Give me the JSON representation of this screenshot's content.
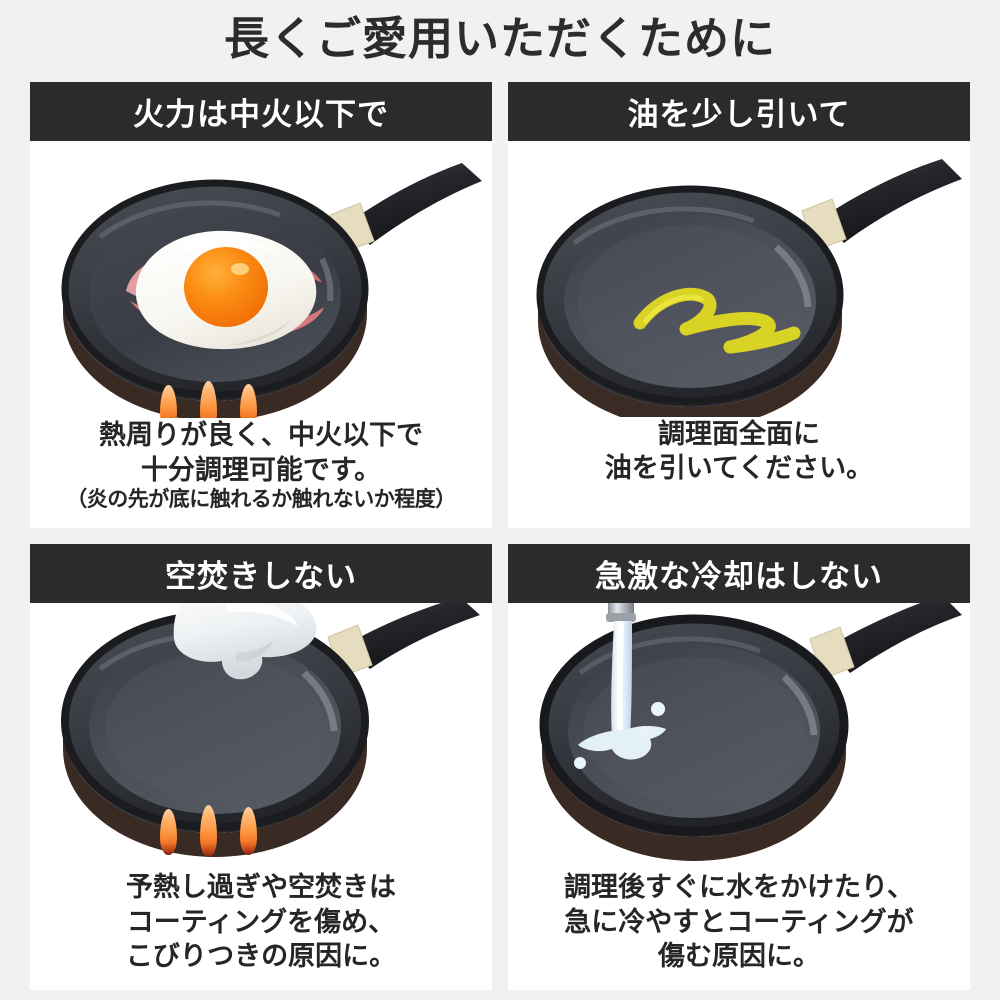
{
  "title": "長くご愛用いただくために",
  "colors": {
    "background": "#f2f1ef",
    "panel_background": "#ffffff",
    "header_bar": "#2b2b2b",
    "header_text": "#ffffff",
    "title_text": "#2c2c2c",
    "caption_text": "#262626",
    "pan_body": "#3a3c42",
    "pan_rim": "#1a1b1f",
    "pan_handle": "#27282c",
    "ferrule": "#e8dec0",
    "flame": "#ff9a45",
    "oil": "#d8d324",
    "water": "#dceaf5",
    "egg_white": "#fbfaf6",
    "egg_yolk": "#f97b10",
    "bacon": "#d9757a"
  },
  "panels": [
    {
      "id": "panel-heat-level",
      "header": "火力は中火以下で",
      "art": {
        "name": "pan-with-fried-egg-and-bacon-over-flame",
        "contents": [
          "fried-egg",
          "bacon",
          "flames"
        ]
      },
      "caption": [
        {
          "text": "熱周りが良く、中火以下で",
          "size": "main"
        },
        {
          "text": "十分調理可能です。",
          "size": "main"
        },
        {
          "text": "（炎の先が底に触れるか触れないか程度）",
          "size": "small"
        }
      ]
    },
    {
      "id": "panel-use-oil",
      "header": "油を少し引いて",
      "art": {
        "name": "pan-with-oil-squiggle",
        "contents": [
          "oil-zigzag"
        ]
      },
      "caption": [
        {
          "text": "調理面全面に",
          "size": "main"
        },
        {
          "text": "油を引いてください。",
          "size": "main"
        }
      ]
    },
    {
      "id": "panel-no-dry-heating",
      "header": "空焚きしない",
      "art": {
        "name": "empty-pan-smoking-over-flame",
        "contents": [
          "smoke",
          "flames"
        ]
      },
      "caption": [
        {
          "text": "予熱し過ぎや空焚きは",
          "size": "main"
        },
        {
          "text": "コーティングを傷め、",
          "size": "main"
        },
        {
          "text": "こびりつきの原因に。",
          "size": "main"
        }
      ]
    },
    {
      "id": "panel-no-rapid-cooling",
      "header": "急激な冷却はしない",
      "art": {
        "name": "pan-under-running-water-from-faucet",
        "contents": [
          "faucet",
          "water-stream",
          "water-droplets"
        ]
      },
      "caption": [
        {
          "text": "調理後すぐに水をかけたり、",
          "size": "main"
        },
        {
          "text": "急に冷やすとコーティングが",
          "size": "main"
        },
        {
          "text": "傷む原因に。",
          "size": "main"
        }
      ]
    }
  ]
}
